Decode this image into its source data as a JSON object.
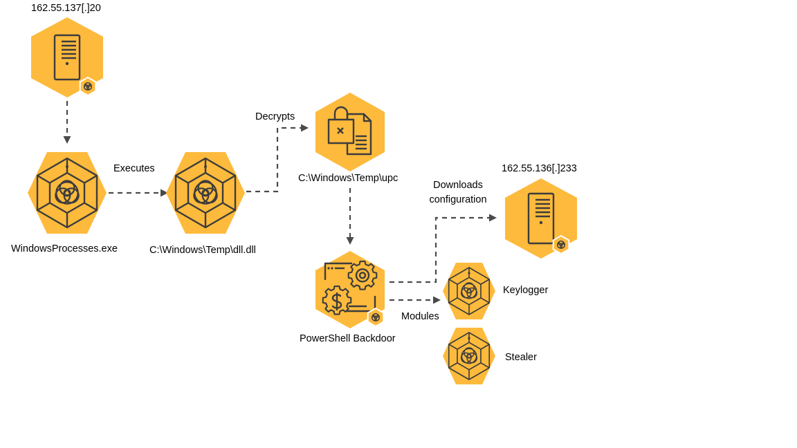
{
  "colors": {
    "node_fill": "#FDBA3C",
    "icon_stroke": "#3c3c3c",
    "arrow": "#4a4a4a"
  },
  "nodes": {
    "c2_server_1": {
      "label": "162.55.137[.]20",
      "icon": "server-biohazard-icon"
    },
    "windows_processes": {
      "label": "WindowsProcesses.exe",
      "icon": "biohazard-icon"
    },
    "dll": {
      "label": "C:\\Windows\\Temp\\dll.dll",
      "icon": "biohazard-icon"
    },
    "upc": {
      "label": "C:\\Windows\\Temp\\upc",
      "icon": "encrypted-file-icon"
    },
    "powershell_backdoor": {
      "label": "PowerShell Backdoor",
      "icon": "gear-dollar-icon"
    },
    "c2_server_2": {
      "label": "162.55.136[.]233",
      "icon": "server-biohazard-icon"
    },
    "keylogger": {
      "label": "Keylogger",
      "icon": "biohazard-icon"
    },
    "stealer": {
      "label": "Stealer",
      "icon": "biohazard-icon"
    }
  },
  "edges": {
    "executes": "Executes",
    "decrypts": "Decrypts",
    "downloads_configuration": [
      "Downloads",
      "configuration"
    ],
    "modules": "Modules"
  }
}
